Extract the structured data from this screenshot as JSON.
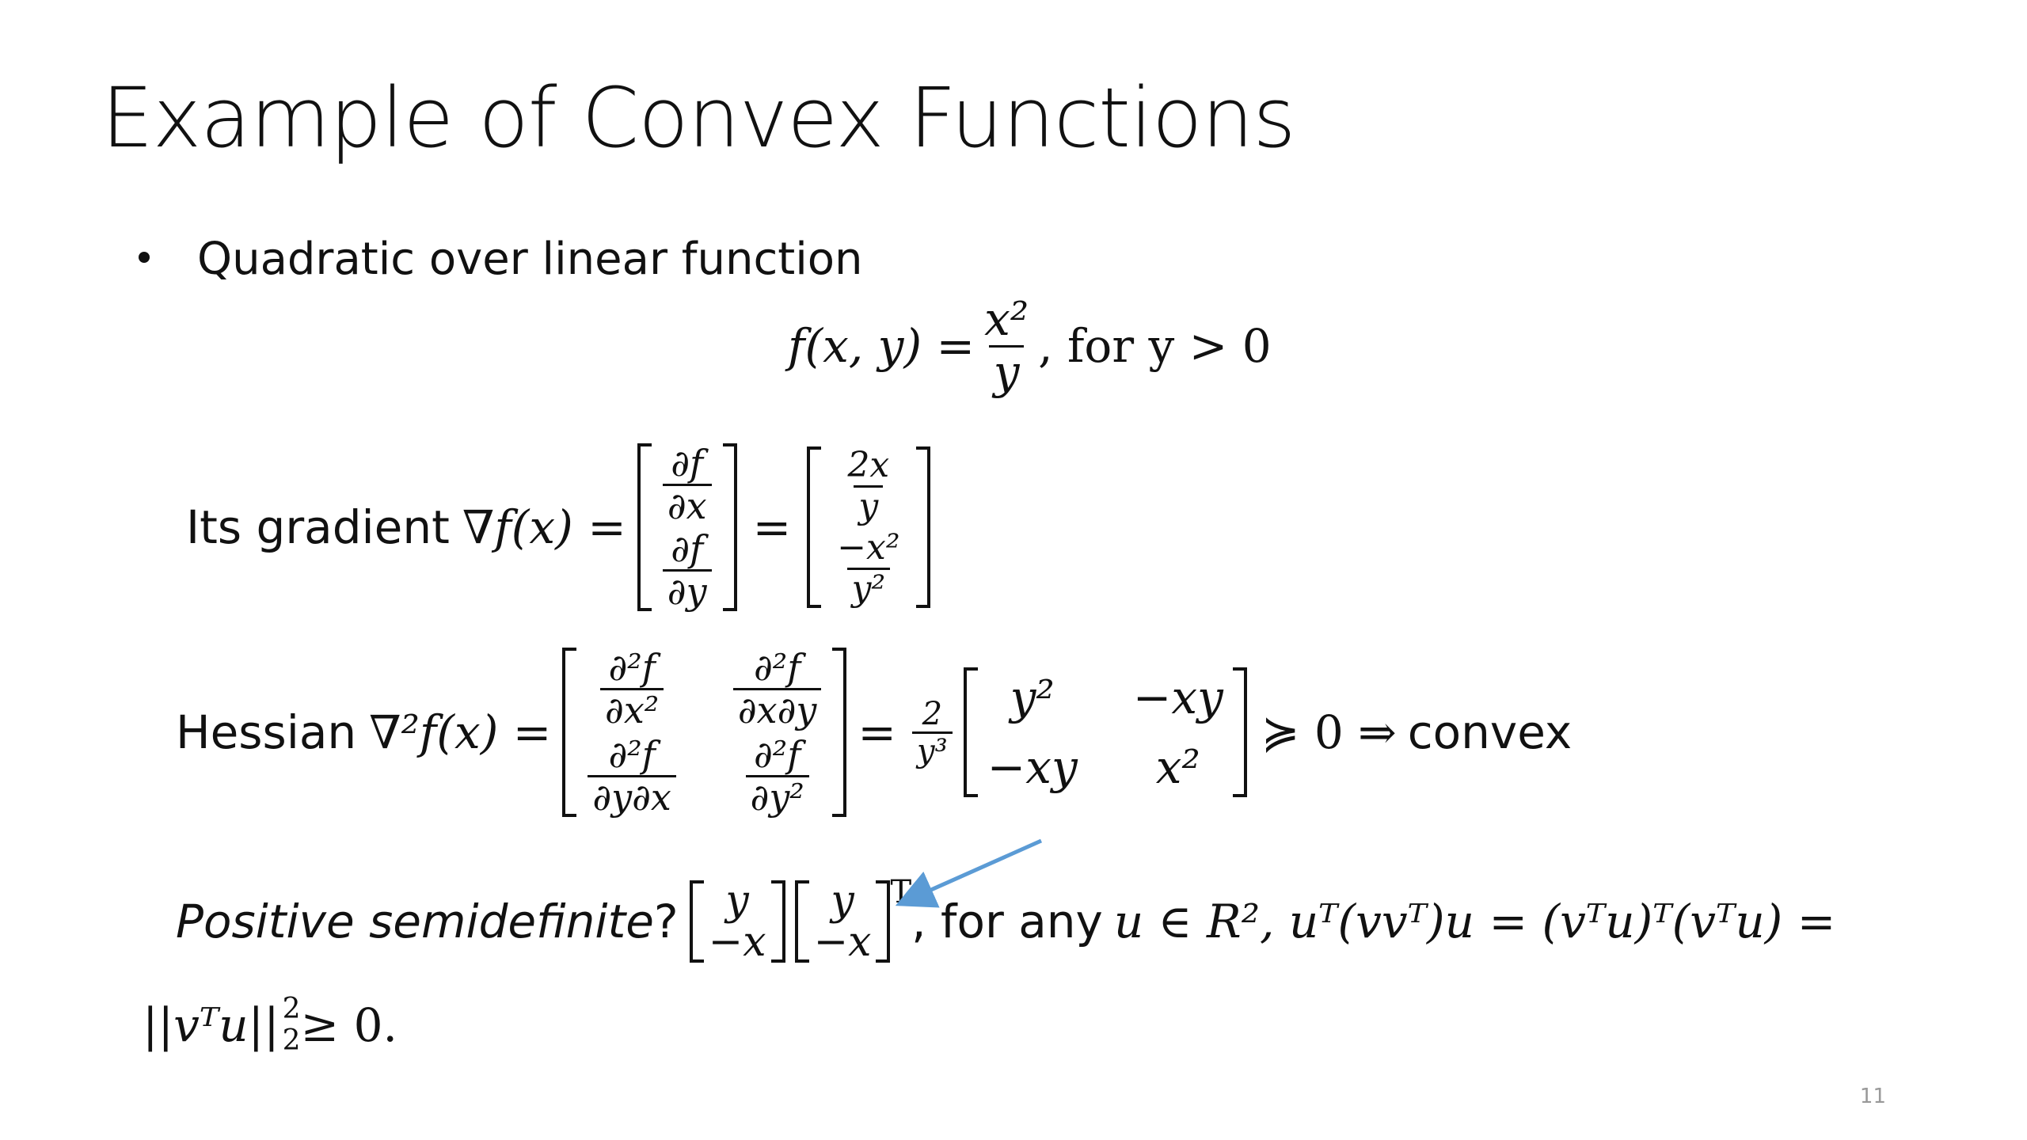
{
  "slide": {
    "title": "Example of Convex Functions",
    "bullet": "Quadratic over linear function",
    "func_lhs": "f(x, y) =",
    "func_num": "x²",
    "func_den": "y",
    "func_cond": ", for y > 0",
    "gradient_label": "Its gradient",
    "gradient_sym": "∇f(x) =",
    "grad_m1_a_num": "∂f",
    "grad_m1_a_den": "∂x",
    "grad_m1_b_num": "∂f",
    "grad_m1_b_den": "∂y",
    "grad_m2_a_num": "2x",
    "grad_m2_a_den": "y",
    "grad_m2_b_num": "−x²",
    "grad_m2_b_den": "y²",
    "hessian_label": "Hessian",
    "hessian_sym": "∇²f(x) =",
    "hess_11_num": "∂²f",
    "hess_11_den": "∂x²",
    "hess_12_num": "∂²f",
    "hess_12_den": "∂x∂y",
    "hess_21_num": "∂²f",
    "hess_21_den": "∂y∂x",
    "hess_22_num": "∂²f",
    "hess_22_den": "∂y²",
    "hess_coef_num": "2",
    "hess_coef_den": "y³",
    "hm_11": "y²",
    "hm_12": "−xy",
    "hm_21": "−xy",
    "hm_22": "x²",
    "hessian_tail": "≽ 0 ⇒",
    "convex_word": "convex",
    "psd_question": "Positive semidefinite",
    "qmark": "?",
    "v_top": "y",
    "v_bot": "−x",
    "transpose": "T",
    "psd_text": ", for any",
    "psd_math": "u ∈ R², uᵀ(vvᵀ)u = (vᵀu)ᵀ(vᵀu) =",
    "norm_line": "||vᵀu||",
    "norm_sup": "2",
    "norm_sub": "2",
    "norm_tail": " ≥ 0.",
    "page_number": "11"
  }
}
